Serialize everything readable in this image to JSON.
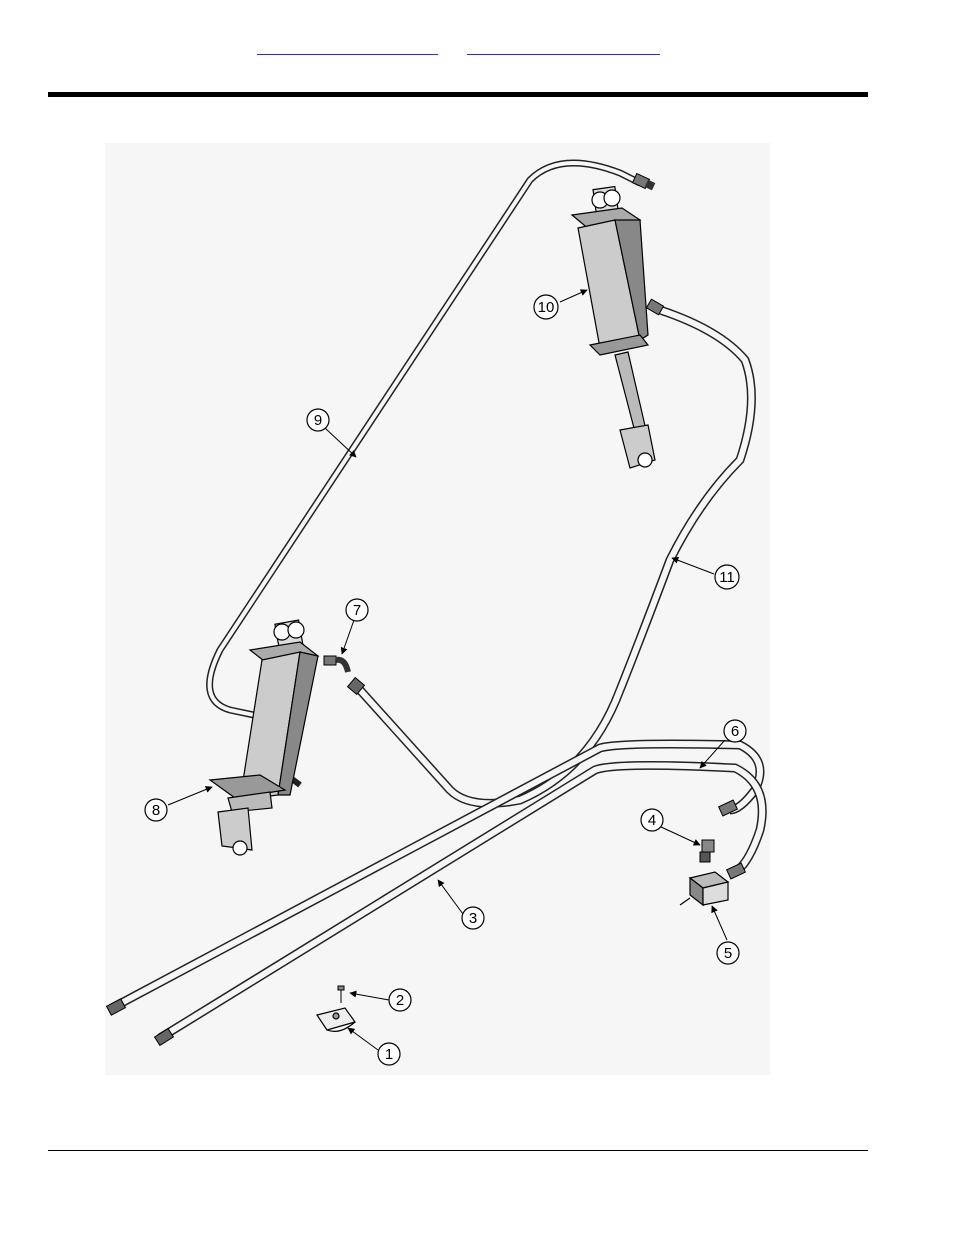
{
  "nav": {
    "links": [
      {
        "text": ""
      },
      {
        "text": ""
      }
    ]
  },
  "drawing": {
    "callouts": [
      {
        "id": "1",
        "label": "1"
      },
      {
        "id": "2",
        "label": "2"
      },
      {
        "id": "3",
        "label": "3"
      },
      {
        "id": "4",
        "label": "4"
      },
      {
        "id": "5",
        "label": "5"
      },
      {
        "id": "6",
        "label": "6"
      },
      {
        "id": "7",
        "label": "7"
      },
      {
        "id": "8",
        "label": "8"
      },
      {
        "id": "9",
        "label": "9"
      },
      {
        "id": "10",
        "label": "10"
      },
      {
        "id": "11",
        "label": "11"
      }
    ]
  }
}
